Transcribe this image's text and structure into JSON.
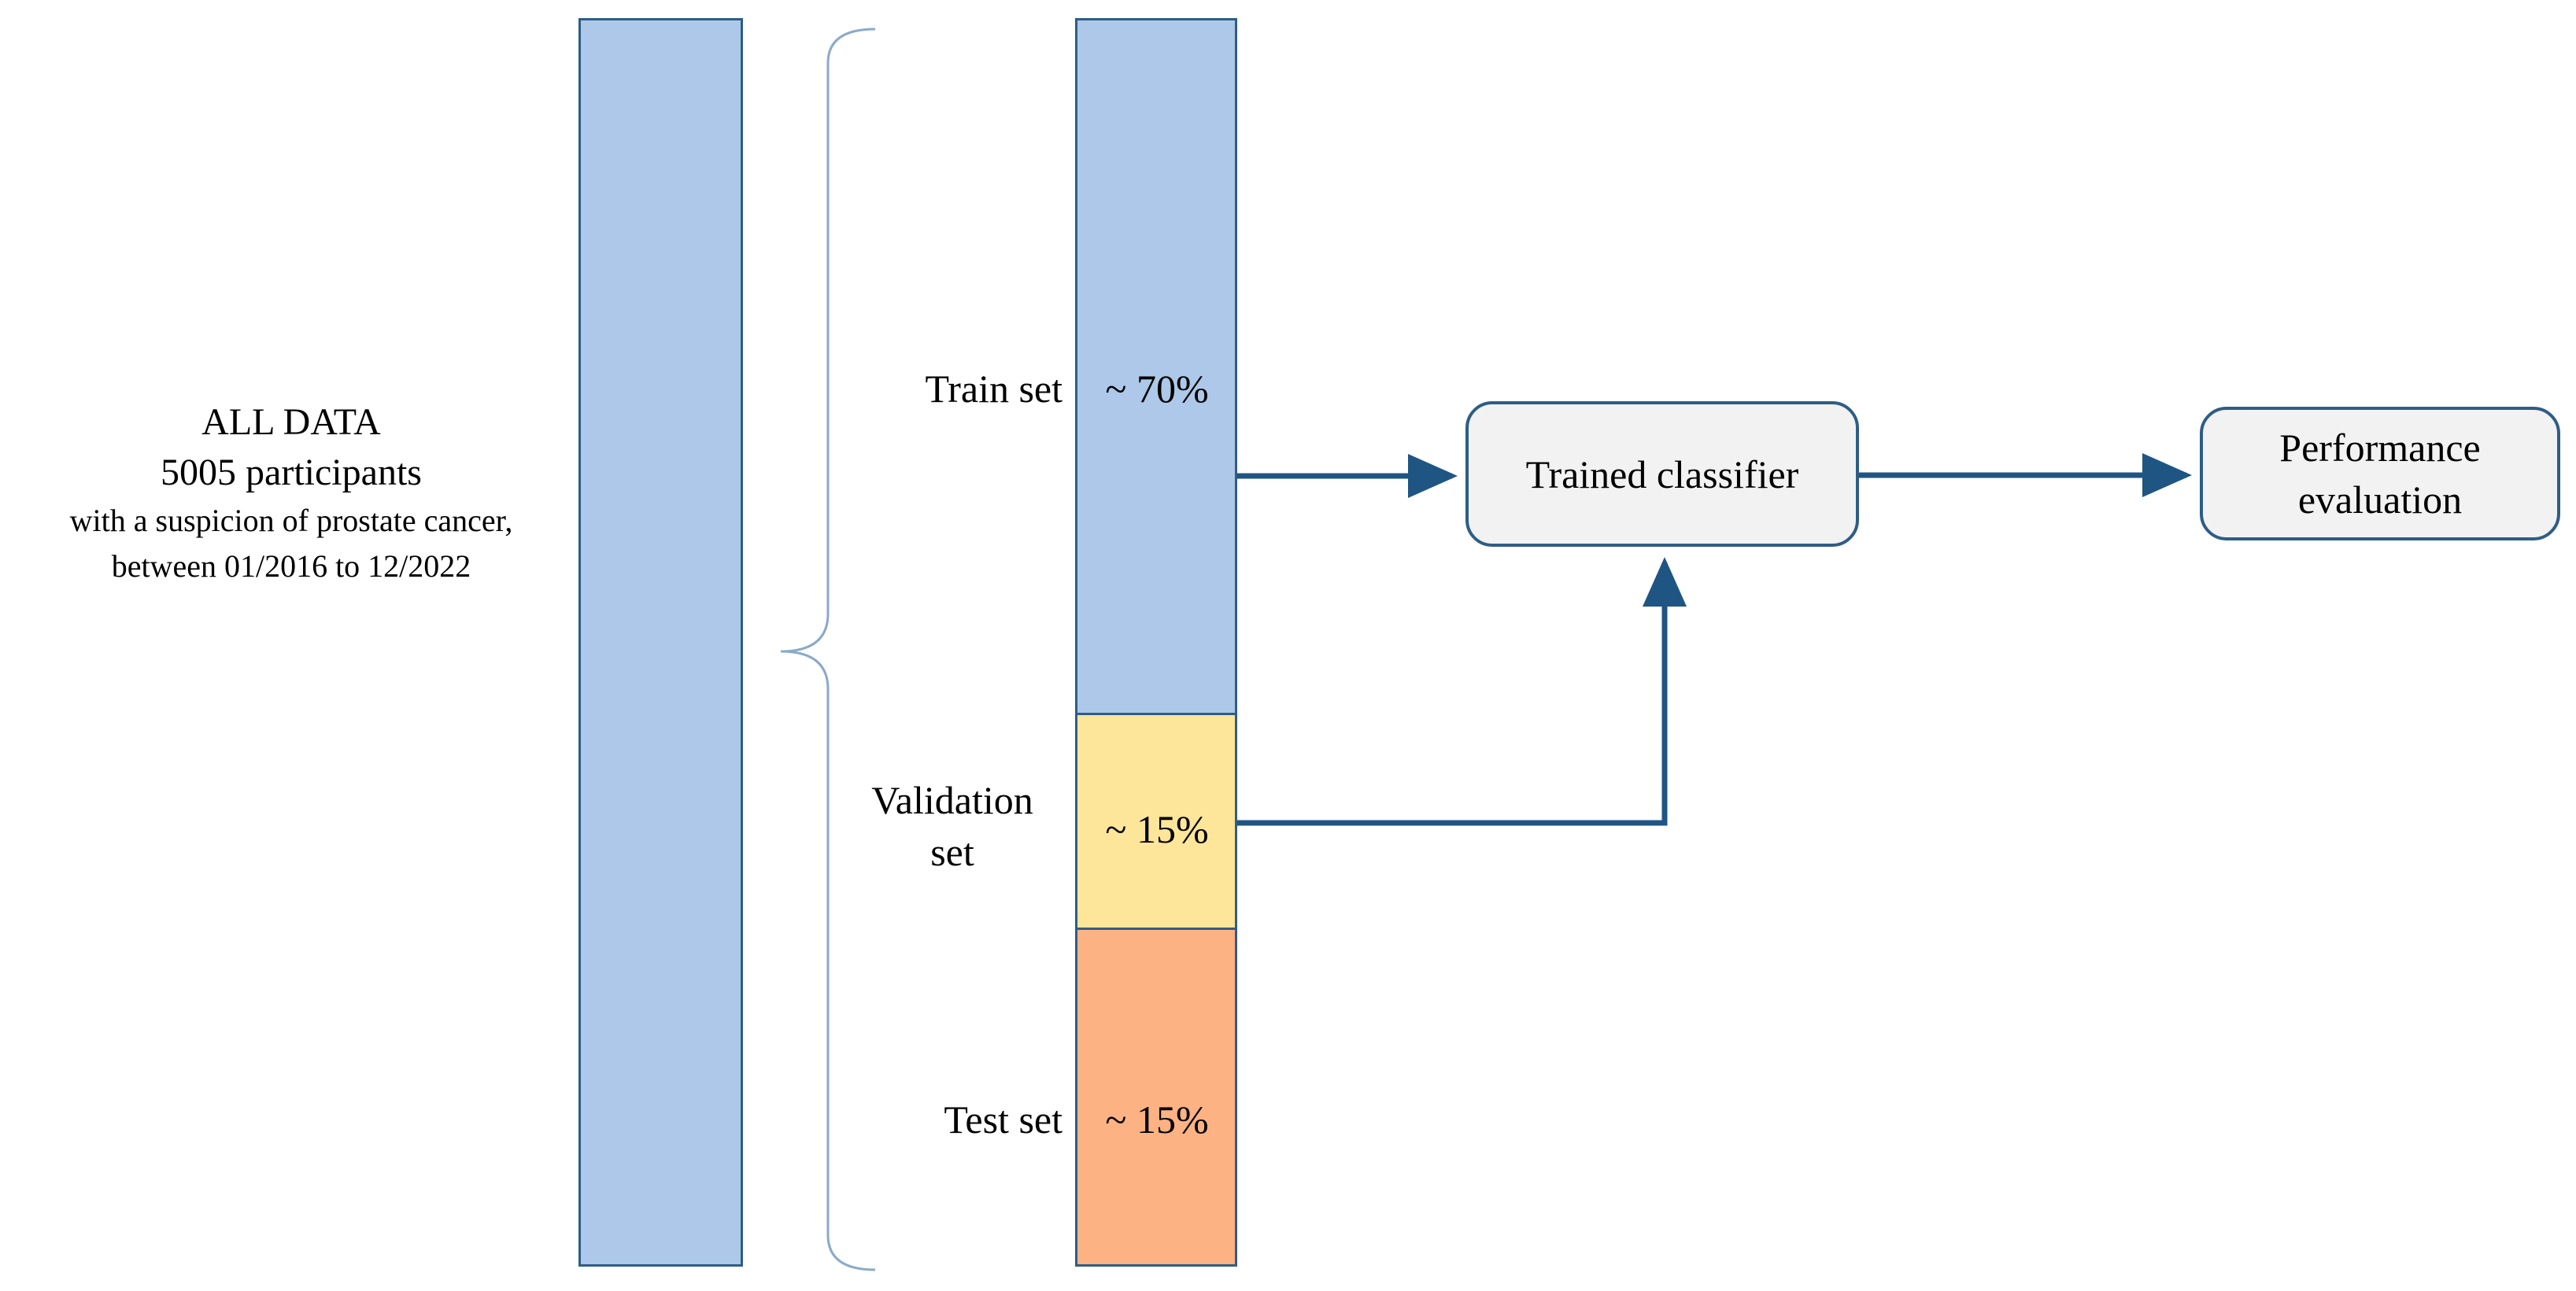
{
  "all_data": {
    "title": "ALL DATA",
    "count": "5005 participants",
    "description_line1": "with a suspicion of prostate cancer,",
    "description_line2": "between 01/2016 to 12/2022"
  },
  "splits": [
    {
      "label": "Train set",
      "percent": "~ 70%",
      "fraction": 0.7,
      "color": "#adc8e8"
    },
    {
      "label_line1": "Validation",
      "label_line2": "set",
      "percent": "~ 15%",
      "fraction": 0.15,
      "color": "#fde59a"
    },
    {
      "label": "Test set",
      "percent": "~ 15%",
      "fraction": 0.15,
      "color": "#fdb283"
    }
  ],
  "nodes": {
    "classifier": "Trained classifier",
    "performance_line1": "Performance",
    "performance_line2": "evaluation"
  },
  "colors": {
    "all_data_bar": "#adc8e8",
    "outline": "#2e5d86",
    "arrow": "#1f5583",
    "brace": "#8aaac8",
    "node_fill": "#f2f2f2"
  }
}
